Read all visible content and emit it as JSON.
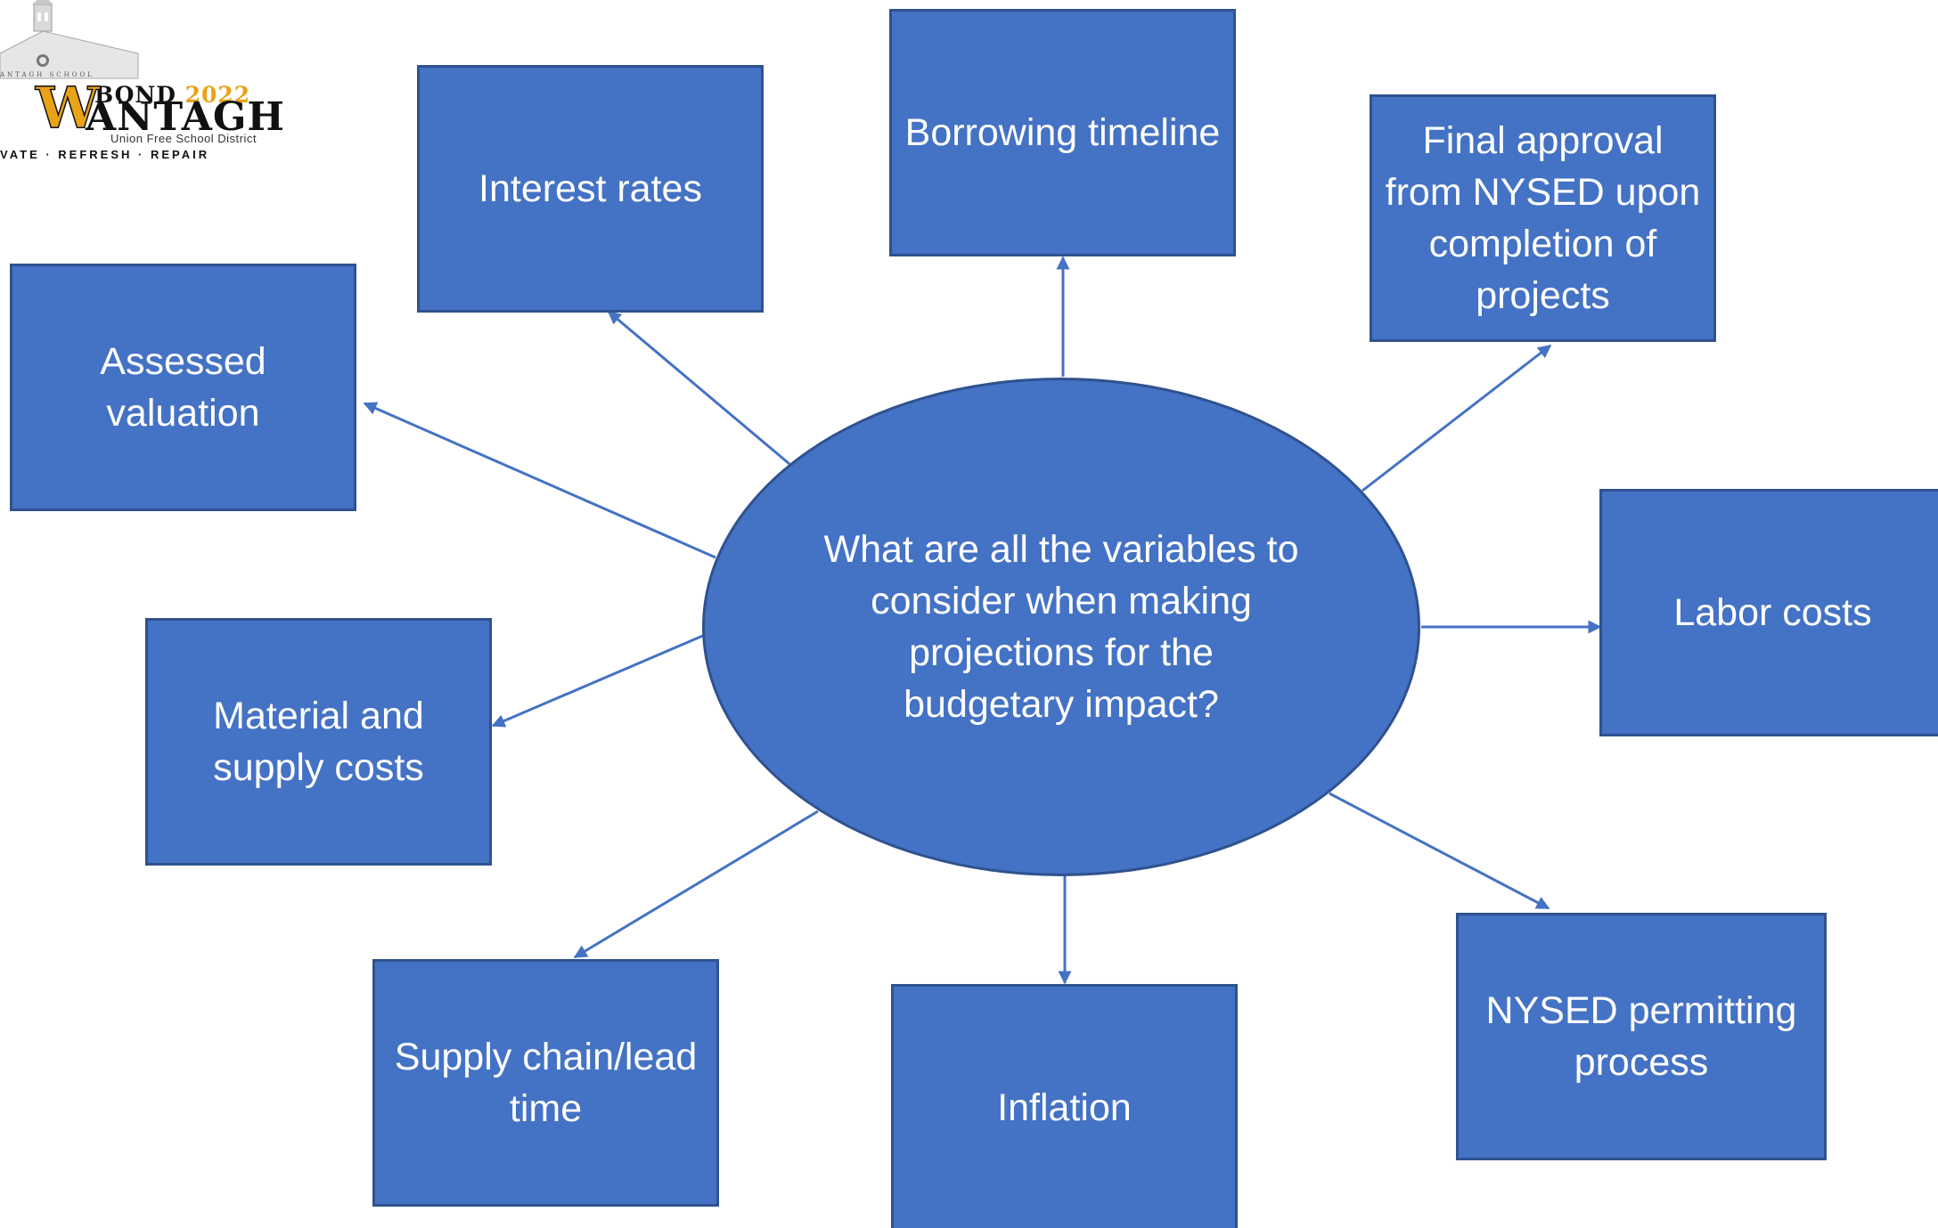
{
  "logo": {
    "bond_word": "BOND",
    "year": "2022",
    "big_letter": "W",
    "name": "ANTAGH",
    "district": "Union Free School District",
    "tagline": "VATE · REFRESH · REPAIR",
    "school_line": "ANTAGH SCHOOL"
  },
  "center_question": "What are all the variables to consider when making projections for the budgetary impact?",
  "nodes": {
    "interest_rates": "Interest rates",
    "borrowing_timeline": "Borrowing timeline",
    "final_approval": "Final approval from NYSED upon completion of projects",
    "assessed_valuation": "Assessed valuation",
    "labor_costs": "Labor costs",
    "material_supply": "Material and supply costs",
    "supply_chain": "Supply chain/lead time",
    "inflation": "Inflation",
    "nysed_permitting": "NYSED permitting process"
  },
  "colors": {
    "box_fill": "#4472c4",
    "box_border": "#2f528f",
    "text": "#ffffff",
    "logo_gold": "#e8a317"
  }
}
